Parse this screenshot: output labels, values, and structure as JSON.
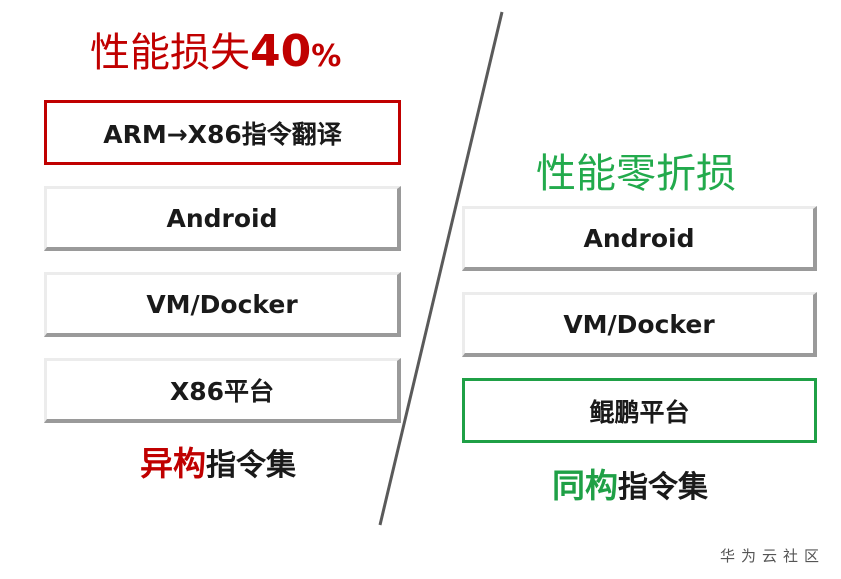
{
  "left": {
    "title_prefix": "性能损失",
    "title_number": "40",
    "title_suffix": "%",
    "boxes": [
      "ARM→X86指令翻译",
      "Android",
      "VM/Docker",
      "X86平台"
    ],
    "caption_highlight": "异构",
    "caption_rest": "指令集"
  },
  "right": {
    "title": "性能零折损",
    "boxes": [
      "Android",
      "VM/Docker",
      "鲲鹏平台"
    ],
    "caption_highlight": "同构",
    "caption_rest": "指令集"
  },
  "watermark": "华为云社区",
  "colors": {
    "loss_red": "#c00000",
    "gain_green": "#1fa046",
    "text": "#1a1a1a"
  }
}
